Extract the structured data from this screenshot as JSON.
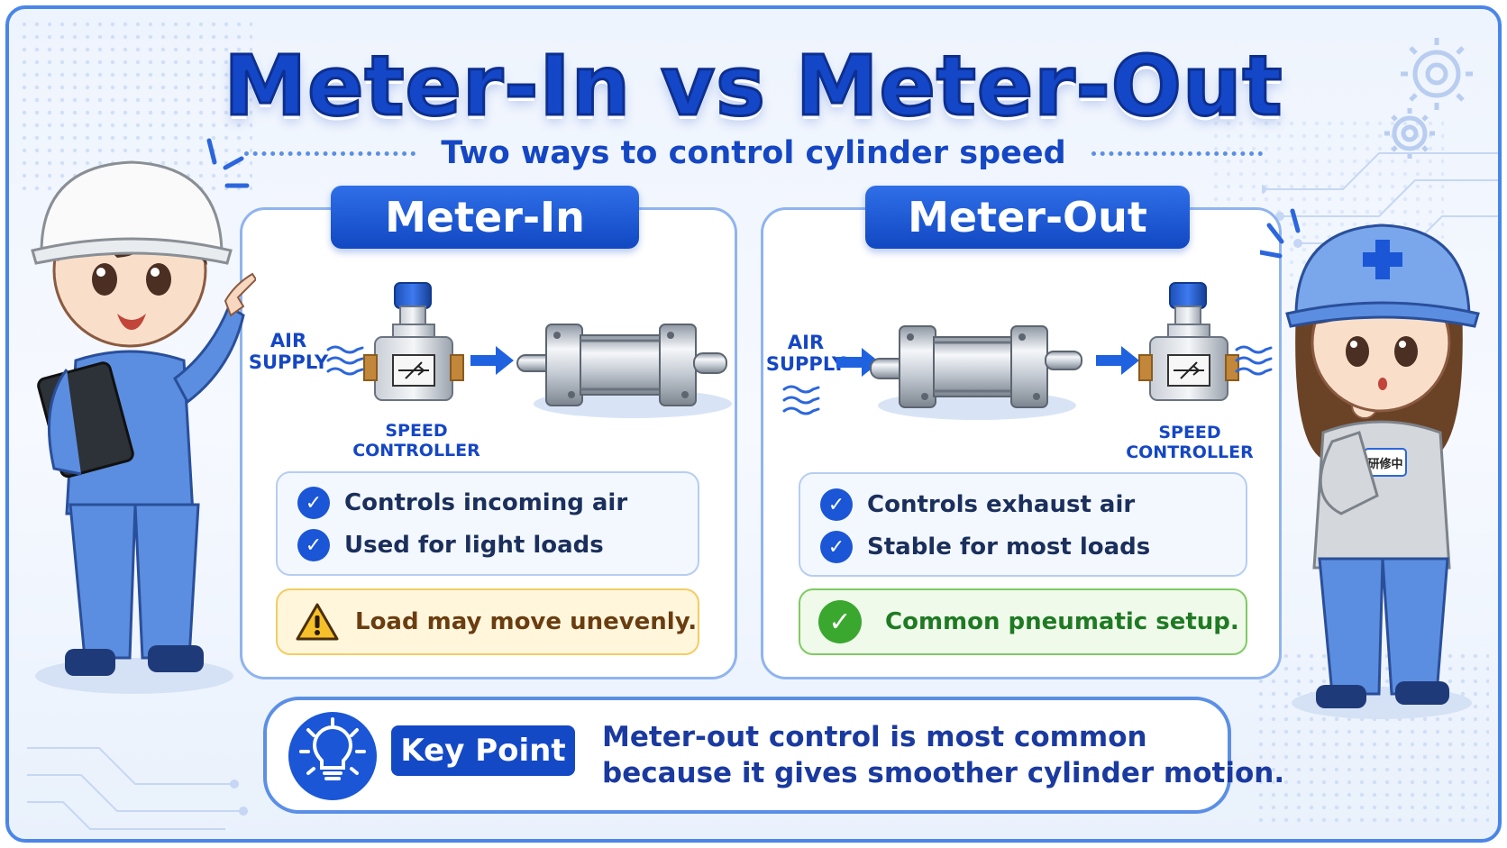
{
  "title": "Meter-In vs Meter-Out",
  "subtitle": "Two ways to control cylinder speed",
  "left_panel": {
    "heading": "Meter-In",
    "air_supply": "AIR\nSUPPLY",
    "speed_controller": "SPEED\nCONTROLLER",
    "checks": [
      "Controls incoming air",
      "Used for light loads"
    ],
    "warning": "Load may move unevenly."
  },
  "right_panel": {
    "heading": "Meter-Out",
    "air_supply": "AIR\nSUPPLY",
    "speed_controller": "SPEED\nCONTROLLER",
    "checks": [
      "Controls exhaust air",
      "Stable for most loads"
    ],
    "note": "Common pneumatic setup."
  },
  "key_point": {
    "label": "Key Point",
    "line1": "Meter-out control is most common",
    "line2": "because it gives smoother cylinder motion."
  },
  "badge_text": "研修中",
  "colors": {
    "primary": "#1447c8",
    "warning_bg": "#fff6dc",
    "warning_border": "#f3cd63",
    "ok_bg": "#effaea",
    "ok_border": "#7fcb63",
    "ok_green": "#3aa72f"
  }
}
